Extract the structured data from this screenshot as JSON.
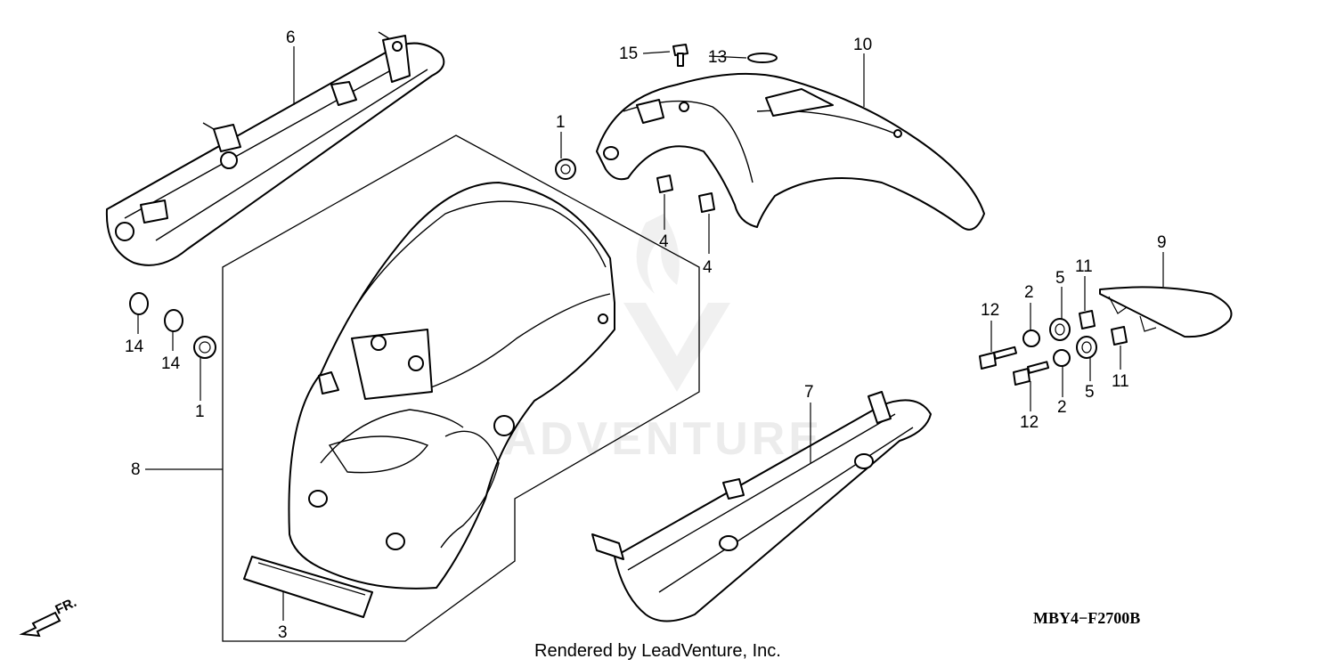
{
  "diagram": {
    "drawing_code": "MBY4−F2700B",
    "credit": "Rendered by LeadVenture, Inc.",
    "direction_label": "FR.",
    "watermark_text": "LEADVENTURE",
    "callouts": {
      "c1a": "1",
      "c1b": "1",
      "c2a": "2",
      "c2b": "2",
      "c3": "3",
      "c4a": "4",
      "c4b": "4",
      "c5a": "5",
      "c5b": "5",
      "c6": "6",
      "c7": "7",
      "c8": "8",
      "c9": "9",
      "c10": "10",
      "c11a": "11",
      "c11b": "11",
      "c12a": "12",
      "c12b": "12",
      "c13": "13",
      "c14a": "14",
      "c14b": "14",
      "c15": "15"
    },
    "parts": [
      {
        "ref": "1",
        "icon": "grommet-icon"
      },
      {
        "ref": "2",
        "icon": "collar-icon"
      },
      {
        "ref": "3",
        "icon": "reflector-icon"
      },
      {
        "ref": "4",
        "icon": "clip-nut-icon"
      },
      {
        "ref": "5",
        "icon": "rubber-bushing-icon"
      },
      {
        "ref": "6",
        "icon": "left-fender-stay-icon"
      },
      {
        "ref": "7",
        "icon": "right-fender-stay-icon"
      },
      {
        "ref": "8",
        "icon": "rear-fender-icon"
      },
      {
        "ref": "9",
        "icon": "fender-trim-cover-icon"
      },
      {
        "ref": "10",
        "icon": "front-fender-icon"
      },
      {
        "ref": "11",
        "icon": "u-nut-icon"
      },
      {
        "ref": "12",
        "icon": "flange-bolt-icon"
      },
      {
        "ref": "13",
        "icon": "washer-icon"
      },
      {
        "ref": "14",
        "icon": "o-ring-icon"
      },
      {
        "ref": "15",
        "icon": "screw-icon"
      }
    ]
  }
}
